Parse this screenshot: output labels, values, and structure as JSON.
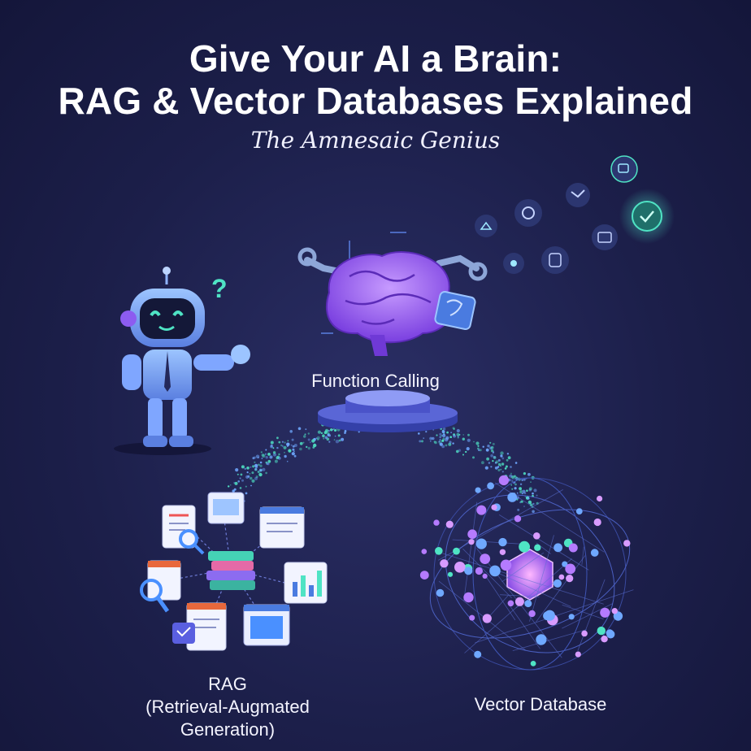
{
  "header": {
    "title_line1": "Give Your AI a Brain:",
    "title_line2": "RAG & Vector Databases Explained",
    "subtitle": "The Amnesaic Genius"
  },
  "nodes": {
    "function_calling": {
      "label": "Function Calling"
    },
    "rag": {
      "label_line1": "RAG",
      "label_line2": "(Retrieval-Augmated",
      "label_line3": "Generation)"
    },
    "vector_db": {
      "label": "Vector Database"
    }
  },
  "robot": {
    "thought_symbol": "?"
  },
  "colors": {
    "background": "#1c1f4a",
    "brain": "#9b5cf0",
    "accent_teal": "#4fe3c4",
    "accent_blue": "#5a8cff",
    "platform": "#4a53c9"
  }
}
